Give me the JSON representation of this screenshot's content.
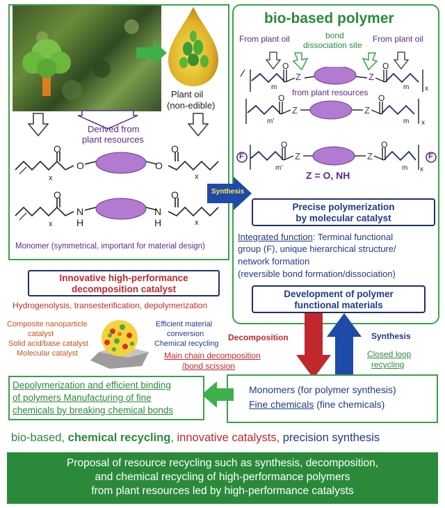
{
  "left_panel": {
    "plant_oil": "Plant oil",
    "non_edible": "(non-edible)",
    "derived_1": "Derived from",
    "derived_2": "plant resources",
    "sub_x": "x",
    "atom_O": "O",
    "atom_N": "N",
    "atom_H": "H",
    "monomer_caption": "Monomer (symmetrical, important for material design)"
  },
  "right_panel": {
    "title": "bio-based polymer",
    "from_plant_oil": "From plant oil",
    "bond_1": "bond",
    "bond_2": "dissociation site",
    "from_plant_resources": "from plant resources",
    "sub_m": "m",
    "sub_m_prime": "m'",
    "sub_x": "x",
    "atom_Z": "Z",
    "atom_O": "O",
    "end_F": "F",
    "z_def": "Z = O, NH"
  },
  "synthesis_arrow": "Synthesis",
  "precise_box": {
    "line1": "Precise polymerization",
    "line2": "by molecular catalyst"
  },
  "integrated": {
    "label": "Integrated function",
    "rest": ": Terminal functional",
    "line2": "group (F), unique hierarchical structure/",
    "line3": "network formation",
    "line4": "(reversible bond formation/dissociation)"
  },
  "development_box": {
    "line1": "Development of polymer",
    "line2": "functional materials"
  },
  "catalyst_box": {
    "line1": "Innovative high-performance",
    "line2": "decomposition catalyst"
  },
  "reactions": "Hydrogenolysis, transesterification, depolymerization",
  "catalyst_types": [
    "Composite nanoparticle",
    "catalyst",
    "Solid acid/base catalyst",
    "Molecular catalyst"
  ],
  "efficient": [
    "Efficient material",
    "conversion",
    "Chemical recycling"
  ],
  "decomposition_label": "Decomposition",
  "main_chain": [
    "Main chain decomposition",
    "/bond scission"
  ],
  "synthesis_label": "Synthesis",
  "closed_loop": [
    "Closed loop",
    "recycling"
  ],
  "monomers_box": {
    "line1": "Monomers (for polymer synthesis)",
    "line2_a": "Fine chemicals",
    "line2_b": " (fine chemicals)"
  },
  "depoly_box": [
    "Depolymerization and efficient binding",
    "of polymers   Manufacturing of fine",
    "chemicals by breaking chemical bonds"
  ],
  "keywords": {
    "k1": "bio-based",
    "k2": "chemical recycling",
    "k3": "innovative catalysts",
    "k4": "precision synthesis",
    "sep": ", "
  },
  "proposal": [
    "Proposal of resource recycling such as synthesis, decomposition,",
    "and chemical recycling of high-performance polymers",
    "from plant resources led by high-performance catalysts"
  ],
  "colors": {
    "green": "#3aa04a",
    "blue": "#1f3a8a",
    "purple": "#5a2a8a",
    "red": "#c0282d",
    "banner": "#2a8a3a"
  }
}
